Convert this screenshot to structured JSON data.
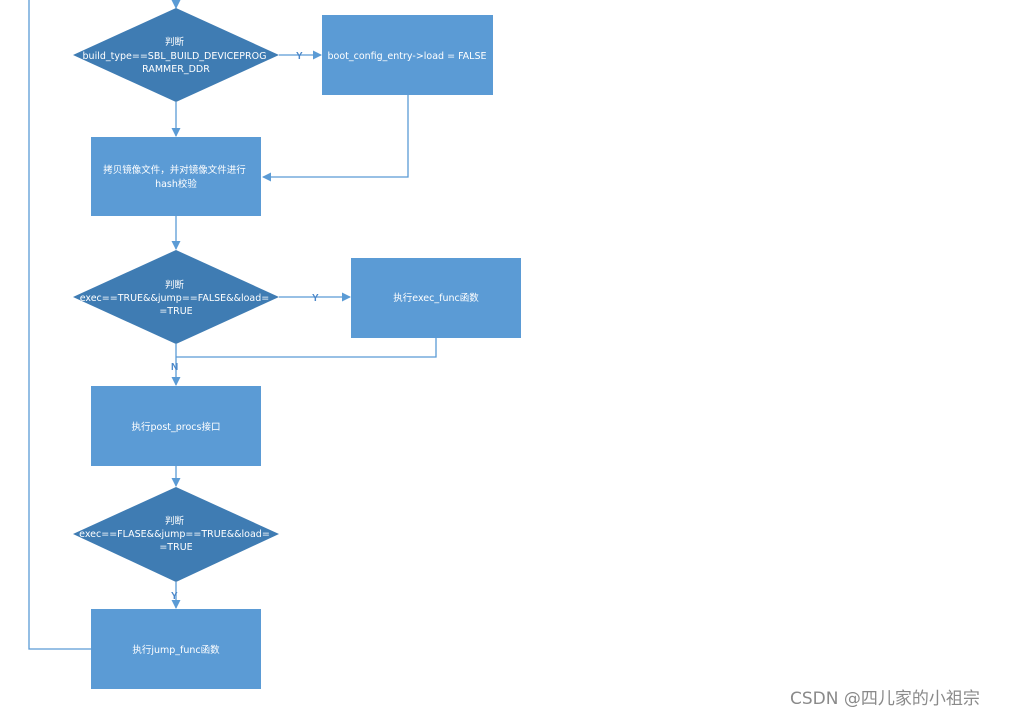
{
  "nodes": {
    "decision1": [
      "判断",
      "build_type==SBL_BUILD_DEVICEPROG",
      "RAMMER_DDR"
    ],
    "set_load_false": [
      "boot_config_entry->load = FALSE"
    ],
    "copy_and_hash": [
      "拷贝镜像文件，并对镜像文件进行",
      "hash校验"
    ],
    "decision2": [
      "判断",
      "exec==TRUE&&jump==FALSE&&load=",
      "=TRUE"
    ],
    "exec_func": [
      "执行exec_func函数"
    ],
    "post_procs": [
      "执行post_procs接口"
    ],
    "decision3": [
      "判断",
      "exec==FLASE&&jump==TRUE&&load=",
      "=TRUE"
    ],
    "jump_func": [
      "执行jump_func函数"
    ]
  },
  "edge_labels": {
    "d1_yes": "Y",
    "d2_yes": "Y",
    "d2_no": "N",
    "d3_yes": "Y"
  },
  "colors": {
    "decision_fill": "#3f7cb3",
    "process_fill": "#5b9bd5",
    "edge": "#5b9bd5",
    "label": "#4a86c8"
  },
  "watermark": "CSDN @四儿家的小祖宗"
}
